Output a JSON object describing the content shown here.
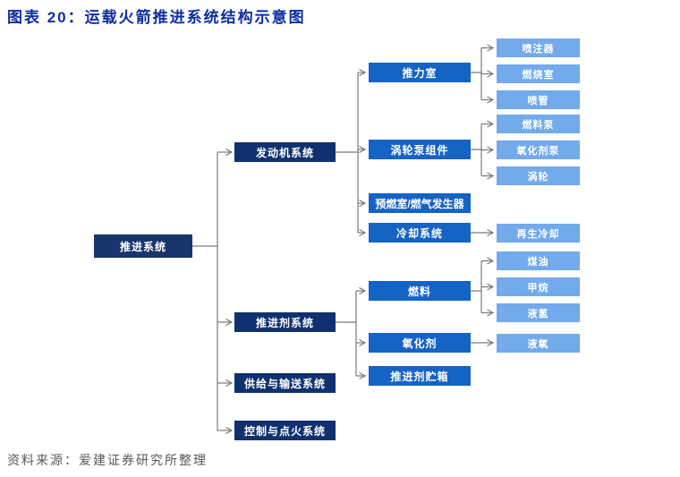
{
  "header": {
    "title": "图表 20：运载火箭推进系统结构示意图"
  },
  "footer": {
    "source": "资料来源：爱建证券研究所整理"
  },
  "colors": {
    "title": "#0C2EA2",
    "source": "#595959",
    "root": "#18356B",
    "level2": "#10316F",
    "level3": "#1563C5",
    "level4": "#72AAEC",
    "connector": "#7A7A7A",
    "node_text": "#FFFFFF"
  },
  "tree": {
    "label": "推进系统",
    "children": [
      {
        "label": "发动机系统",
        "children": [
          {
            "label": "推力室",
            "children": [
              {
                "label": "喷注器"
              },
              {
                "label": "燃烧室"
              },
              {
                "label": "喷管"
              }
            ]
          },
          {
            "label": "涡轮泵组件",
            "children": [
              {
                "label": "燃料泵"
              },
              {
                "label": "氧化剂泵"
              },
              {
                "label": "涡轮"
              }
            ]
          },
          {
            "label": "预燃室/燃气发生器",
            "children": []
          },
          {
            "label": "冷却系统",
            "children": [
              {
                "label": "再生冷却"
              }
            ]
          }
        ]
      },
      {
        "label": "推进剂系统",
        "children": [
          {
            "label": "燃料",
            "children": [
              {
                "label": "煤油"
              },
              {
                "label": "甲烷"
              },
              {
                "label": "液氢"
              }
            ]
          },
          {
            "label": "氧化剂",
            "children": [
              {
                "label": "液氧"
              }
            ]
          },
          {
            "label": "推进剂贮箱",
            "children": []
          }
        ]
      },
      {
        "label": "供给与输送系统",
        "children": []
      },
      {
        "label": "控制与点火系统",
        "children": []
      }
    ]
  }
}
